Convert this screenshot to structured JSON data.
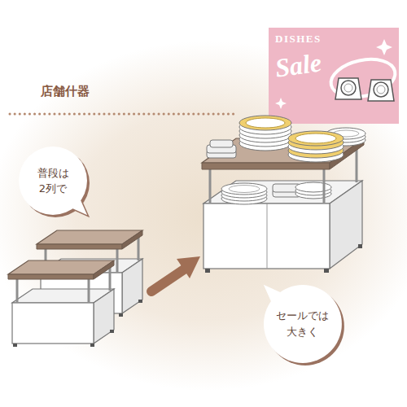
{
  "diagram": {
    "nodes": [
      {
        "text": [
          "DISHES",
          "Sale"
        ]
      },
      {
        "text": [
          "普段は 2列で"
        ]
      },
      {
        "text": [
          "セールでは 大きく"
        ]
      }
    ],
    "labels": [
      "店舗什器"
    ]
  }
}
